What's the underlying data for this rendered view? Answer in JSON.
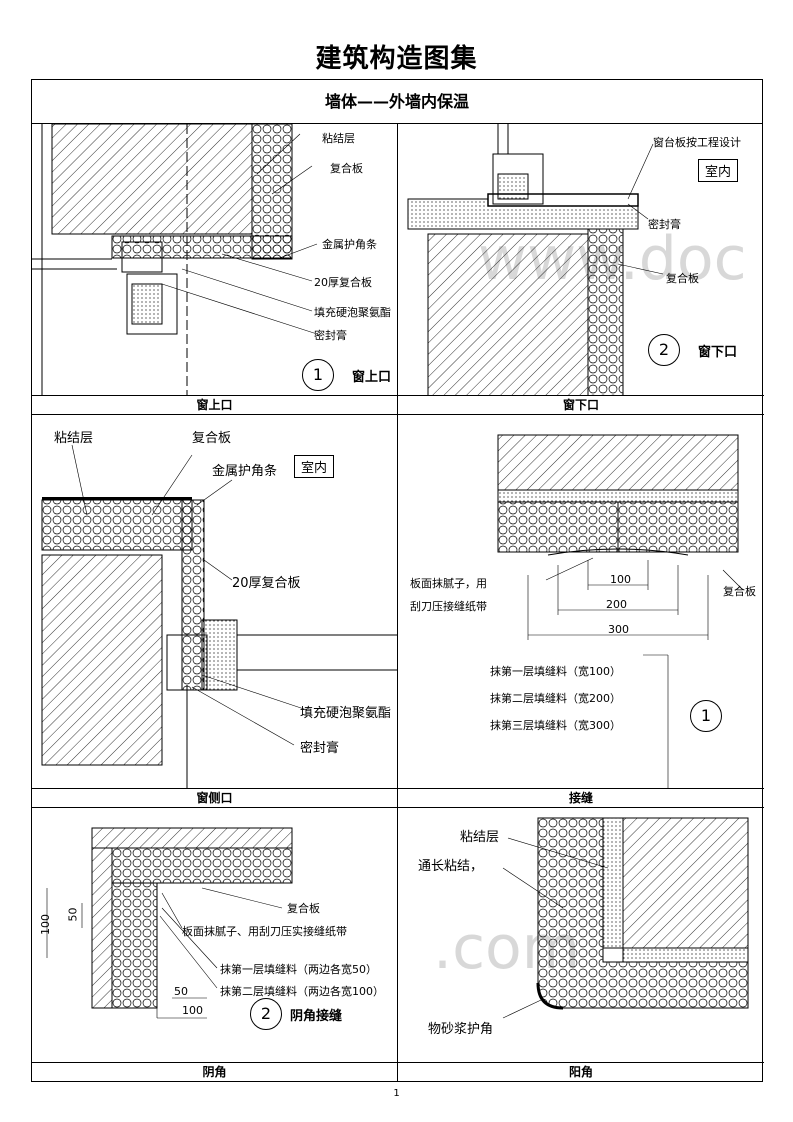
{
  "page": {
    "title": "建筑构造图集",
    "section": "墙体——外墙内保温",
    "page_number": "1"
  },
  "panels": {
    "p1": {
      "caption": "窗上口",
      "labels": [
        "粘结层",
        "复合板",
        "金属护角条",
        "20厚复合板",
        "填充硬泡聚氨酯",
        "密封膏"
      ],
      "circle": "1",
      "circle_text": "窗上口"
    },
    "p2": {
      "caption": "窗下口",
      "labels": [
        "窗台板按工程设计",
        "室内",
        "密封膏",
        "复合板"
      ],
      "circle": "2",
      "circle_text": "窗下口",
      "watermark": "www.doc"
    },
    "p3": {
      "caption": "窗侧口",
      "labels": [
        "粘结层",
        "复合板",
        "金属护角条",
        "室内",
        "20厚复合板",
        "填充硬泡聚氨酯",
        "密封膏"
      ]
    },
    "p4": {
      "caption": "接缝",
      "labels": [
        "板面抹腻子，用",
        "刮刀压接缝纸带",
        "复合板",
        "抹第一层填缝料（宽100）",
        "抹第二层填缝料（宽200）",
        "抹第三层填缝料（宽300）"
      ],
      "dims": [
        "100",
        "200",
        "300"
      ],
      "circle": "1"
    },
    "p5": {
      "caption": "阴角",
      "labels": [
        "复合板",
        "板面抹腻子、用刮刀压实接缝纸带",
        "抹第一层填缝料（两边各宽50）",
        "抹第二层填缝料（两边各宽100）"
      ],
      "dims": [
        "100",
        "50",
        "50",
        "100"
      ],
      "circle": "2",
      "circle_text": "阴角接缝"
    },
    "p6": {
      "caption": "阳角",
      "labels": [
        "粘结层",
        "通长粘结，",
        "物砂浆护角"
      ],
      "watermark": ".com"
    }
  }
}
